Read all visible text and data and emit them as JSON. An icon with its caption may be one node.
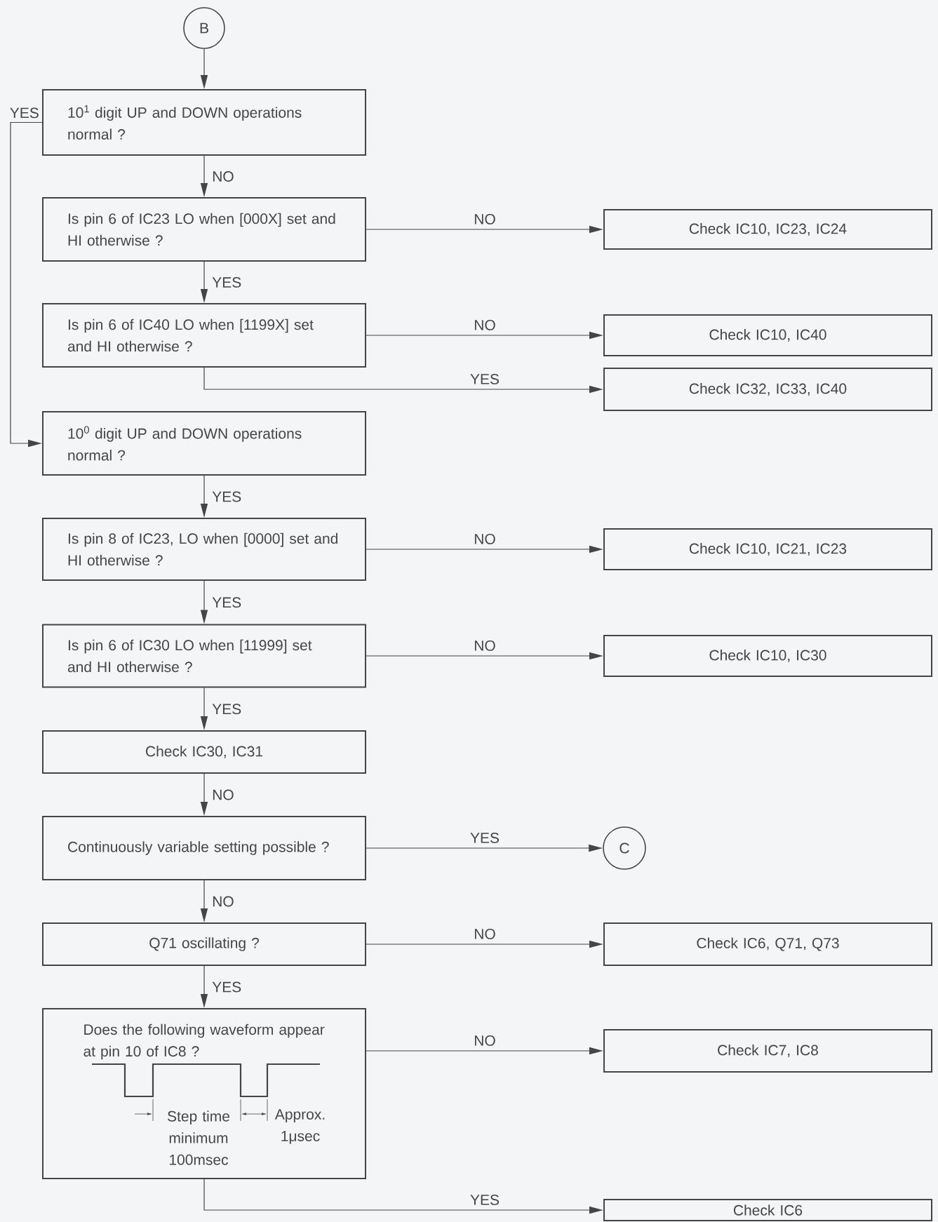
{
  "diagram": {
    "nodes": [
      {
        "text": [
          "B"
        ]
      },
      {
        "text": [
          "10$^{1}$ digit UP and DOWN operations normal ?"
        ]
      },
      {
        "text": [
          "Is pin 6 of IC23 LO when [000X] set and HI otherwise ?"
        ]
      },
      {
        "text": [
          "Check IC10, IC23, IC24"
        ]
      },
      {
        "text": [
          "Is pin 6 of IC40 LO when [1199X] set and HI otherwise ?"
        ]
      },
      {
        "text": [
          "Check IC10, IC40"
        ]
      },
      {
        "text": [
          "Check IC32, IC33, IC40"
        ]
      },
      {
        "text": [
          "10$^{0}$ digit UP and DOWN operations normal ?"
        ]
      },
      {
        "text": [
          "Is pin 8 of IC23, LO when [0000] set and HI otherwise ?"
        ]
      },
      {
        "text": [
          "Check IC10, IC21, IC23"
        ]
      },
      {
        "text": [
          "Is pin 6 of IC30 LO when [11999] set and HI otherwise ?"
        ]
      },
      {
        "text": [
          "Check IC10, IC30"
        ]
      },
      {
        "text": [
          "Check IC30, IC31"
        ]
      },
      {
        "text": [
          "Continuously variable setting possible ?"
        ]
      },
      {
        "text": [
          "C"
        ]
      },
      {
        "text": [
          "Q71 oscillating ?"
        ]
      },
      {
        "text": [
          "Check IC6, Q71, Q73"
        ]
      },
      {
        "text": [
          "Does the following waveform appear at pin 10 of IC8 ?",
          "Step time minimum 100msec",
          "Approx. 1μsec"
        ]
      },
      {
        "text": [
          "Check IC7, IC8"
        ]
      },
      {
        "text": [
          "Check IC6"
        ]
      }
    ],
    "edges": [
      {
        "from": 0,
        "to": 1,
        "arrow": "to"
      },
      {
        "from": 1,
        "to": 2,
        "arrow": "to",
        "label": "NO"
      },
      {
        "from": 1,
        "to": 7,
        "arrow": "to",
        "label": "YES"
      },
      {
        "from": 2,
        "to": 3,
        "arrow": "to",
        "label": "NO"
      },
      {
        "from": 2,
        "to": 4,
        "arrow": "to",
        "label": "YES"
      },
      {
        "from": 4,
        "to": 5,
        "arrow": "to",
        "label": "NO"
      },
      {
        "from": 4,
        "to": 6,
        "arrow": "to",
        "label": "YES"
      },
      {
        "from": 7,
        "to": 8,
        "arrow": "to",
        "label": "YES"
      },
      {
        "from": 8,
        "to": 9,
        "arrow": "to",
        "label": "NO"
      },
      {
        "from": 8,
        "to": 10,
        "arrow": "to",
        "label": "YES"
      },
      {
        "from": 10,
        "to": 11,
        "arrow": "to",
        "label": "NO"
      },
      {
        "from": 10,
        "to": 12,
        "arrow": "to",
        "label": "YES"
      },
      {
        "from": 12,
        "to": 13,
        "arrow": "to",
        "label": "NO"
      },
      {
        "from": 13,
        "to": 14,
        "arrow": "to",
        "label": "YES"
      },
      {
        "from": 13,
        "to": 15,
        "arrow": "to",
        "label": "NO"
      },
      {
        "from": 15,
        "to": 16,
        "arrow": "to",
        "label": "NO"
      },
      {
        "from": 15,
        "to": 17,
        "arrow": "to",
        "label": "YES"
      },
      {
        "from": 17,
        "to": 18,
        "arrow": "to",
        "label": "NO"
      },
      {
        "from": 17,
        "to": 19,
        "arrow": "to",
        "label": "YES"
      }
    ]
  }
}
